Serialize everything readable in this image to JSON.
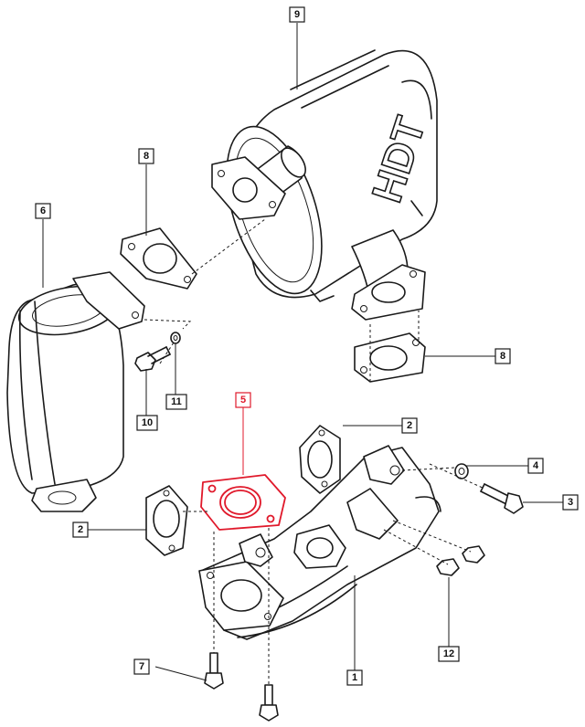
{
  "diagram": {
    "brand_text": "HDT",
    "highlight_color": "#e0192b",
    "line_color": "#1a1a1a",
    "callouts": [
      {
        "id": "c9",
        "label": "9"
      },
      {
        "id": "c8a",
        "label": "8"
      },
      {
        "id": "c6",
        "label": "6"
      },
      {
        "id": "c8b",
        "label": "8"
      },
      {
        "id": "c10",
        "label": "10"
      },
      {
        "id": "c11",
        "label": "11"
      },
      {
        "id": "c5",
        "label": "5",
        "highlighted": true
      },
      {
        "id": "c2a",
        "label": "2"
      },
      {
        "id": "c4",
        "label": "4"
      },
      {
        "id": "c3",
        "label": "3"
      },
      {
        "id": "c2b",
        "label": "2"
      },
      {
        "id": "c7",
        "label": "7"
      },
      {
        "id": "c1",
        "label": "1"
      },
      {
        "id": "c12",
        "label": "12"
      }
    ]
  }
}
